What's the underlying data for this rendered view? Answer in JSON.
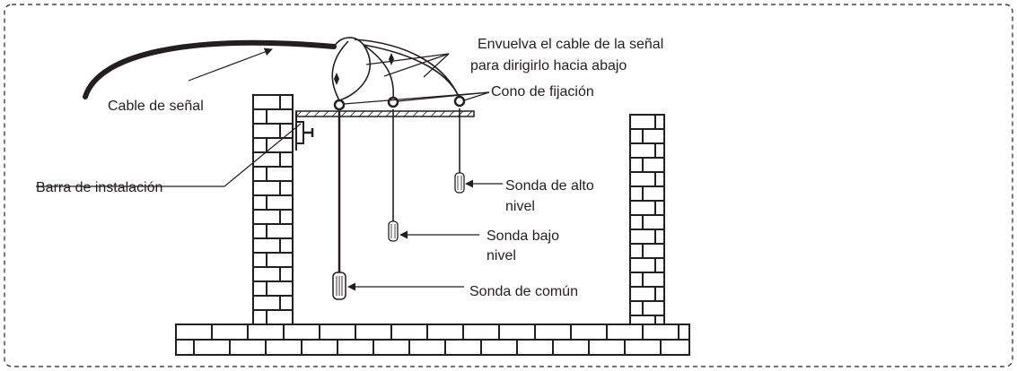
{
  "labels": {
    "wrap_line1": "Envuelva el cable de la señal",
    "wrap_line2": "para dirigirlo hacia abajo",
    "signal_cable": "Cable de señal",
    "fixing_cone": "Cono de fijación",
    "install_bar": "Barra de instalación",
    "probe_high_1": "Sonda de alto",
    "probe_high_2": "nivel",
    "probe_low_1": "Sonda bajo",
    "probe_low_2": "nivel",
    "probe_common": "Sonda de común"
  },
  "colors": {
    "line": "#231f20",
    "background": "#ffffff"
  },
  "icons": [
    "probe-icon",
    "fixing-cone-icon",
    "brick-wall"
  ]
}
